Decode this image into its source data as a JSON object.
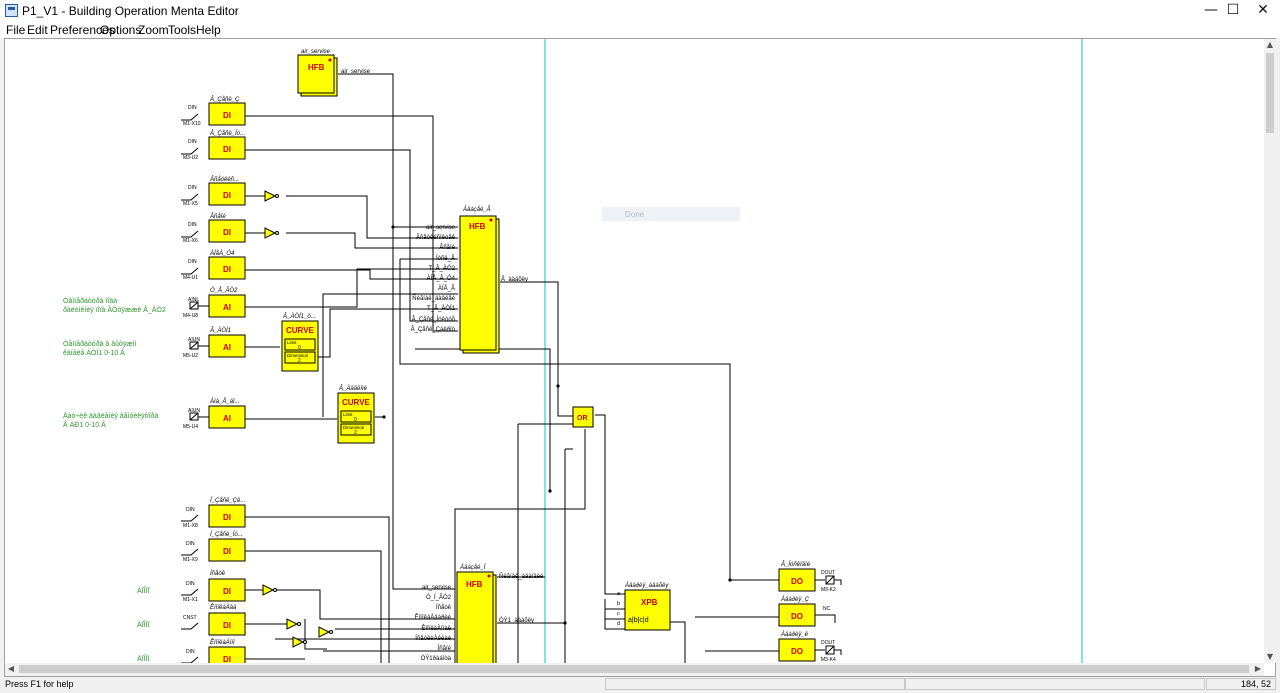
{
  "window": {
    "title": "P1_V1 - Building Operation Menta Editor",
    "min_glyph": "—",
    "max_glyph": "☐",
    "close_glyph": "✕"
  },
  "menu": {
    "file": "File",
    "edit": "Edit",
    "preferences": "Preferences",
    "options": "Options",
    "zoom": "Zoom",
    "tools": "Tools",
    "help": "Help"
  },
  "status": {
    "help_text": "Press F1 for help",
    "coords": "184, 52"
  },
  "diagram": {
    "hfb_small": {
      "tag": "air_servise",
      "label": "HFB",
      "out": "air_servise"
    },
    "di": [
      {
        "type": "DIN",
        "tag": "Â_Çåñë_Ç",
        "addr": "M1-X10",
        "text": "DI"
      },
      {
        "type": "DIN",
        "tag": "Â_Çåñë_Íó...",
        "addr": "M3-U2",
        "text": "DI"
      },
      {
        "type": "DIN",
        "tag": "Âñåóêéñ...",
        "addr": "M1-X5",
        "text": "DI"
      },
      {
        "type": "DIN",
        "tag": "Âñåïé",
        "addr": "M1-X6",
        "text": "DI"
      },
      {
        "type": "DIN",
        "tag": "ÀÍåÀ_Ó4",
        "addr": "M4-U1",
        "text": "DI"
      }
    ],
    "ai": [
      {
        "type": "AINL",
        "tag": "Ó_Å_ÂÒ2",
        "addr": "M4-U8",
        "text": "AI"
      },
      {
        "type": "AIUN",
        "tag": "Â_ÀÒÍ1",
        "addr": "M5-U2",
        "text": "AI"
      },
      {
        "type": "AIUN",
        "tag": "Àíà_Å_äî...",
        "addr": "M5-U4",
        "text": "AI"
      }
    ],
    "curve": [
      {
        "tag": "Â_ÀÒÍ1_ö...",
        "label": "CURVE",
        "limit_label": "Limit",
        "limit": "0",
        "dim_label": "Dimension",
        "dim": "2"
      },
      {
        "tag": "Â_Àääëîìé",
        "label": "CURVE",
        "limit_label": "Limit",
        "limit": "0",
        "dim_label": "Dimension",
        "dim": "2"
      }
    ],
    "green_labels": [
      "Òåìïåðàòóðà  ïîäà",
      "ðàëóìèíèÿ ïîïà  ÂÒóÿææê Â_ÂÒ2",
      "Òåìïåðàòóðà â âûòÿæíì",
      "êàíàëå ÀÒÍ1 0-10 Â",
      "Äàò÷èê äàâëåíèÿ âåíòèëÿòîðà",
      "Â ÀÐ1 0-10 Â",
      "ÀÏÎÌÏ",
      "ÀÏÎÌÏ",
      "ÀÏÎÌÏ"
    ],
    "hfb_main": {
      "tag": "Àäáçåé_Â",
      "label": "HFB",
      "out": "Â_àäáõëy",
      "pins": [
        "air_servise",
        "Âñåóêéñîêòåê",
        "Âñåïé",
        "Íóñë_Â",
        "T_Â_ÀÒ2",
        "ÀÍÅ_Â_Ó4",
        "ÀÍÅ_Â",
        "Ñèãíàë_äàâëåé",
        "T_Â_ÀÒÍ1",
        "Â_Çåñë_Íóêòóõ",
        "Â_Çåñë_Çàêðîò"
      ]
    },
    "or_label": "OR",
    "lower_di": [
      {
        "type": "DIN",
        "tag": "Í_Çåñë_Çê...",
        "addr": "M1-X8",
        "text": "DI"
      },
      {
        "type": "DIN",
        "tag": "Í_Çåñë_Íó...",
        "addr": "M1-X9",
        "text": "DI"
      },
      {
        "type": "DIN",
        "tag": "Íñåóê",
        "addr": "M1-X1",
        "text": "DI"
      },
      {
        "type": "CNST",
        "tag": "ÊíîïêàÀâà",
        "addr": "",
        "text": "DI"
      },
      {
        "type": "DIN",
        "tag": "ÊíîïêàÀîìî",
        "addr": "",
        "text": "DI"
      }
    ],
    "hfb_lower": {
      "tag": "Àäáçåé_Í",
      "label": "HFB",
      "out_top": "Ñèãíàë_àäàïäèé",
      "out_mid": "ÓÝ1_àäàõëy",
      "pins": [
        "air_servise",
        "Ó_Í_ÂÒ2",
        "Íñåóê",
        "ÊíîïêàÀâàðèé",
        "ÊíîïêàÀîìàë",
        "ÍñåóêèÀêëàé",
        "Íñåïé",
        "ÓÝ1ðàáîòà"
      ]
    },
    "xpb": {
      "tag": "Àâàðèÿ_àäàõëy",
      "label": "XPB",
      "sub": "a|b|c|d",
      "pins": [
        "a",
        "b",
        "c",
        "d"
      ]
    },
    "do": [
      {
        "tag": "Â_Íóñêîâîé",
        "type": "DOUT",
        "addr": "M3-K2",
        "text": "DO"
      },
      {
        "tag": "Àâàðèÿ_Ç",
        "type": "NC",
        "addr": "",
        "text": "DO"
      },
      {
        "tag": "Àâàðèÿ_ê",
        "type": "DOUT",
        "addr": "M3-K4",
        "text": "DO"
      }
    ],
    "done_text": "Done"
  }
}
